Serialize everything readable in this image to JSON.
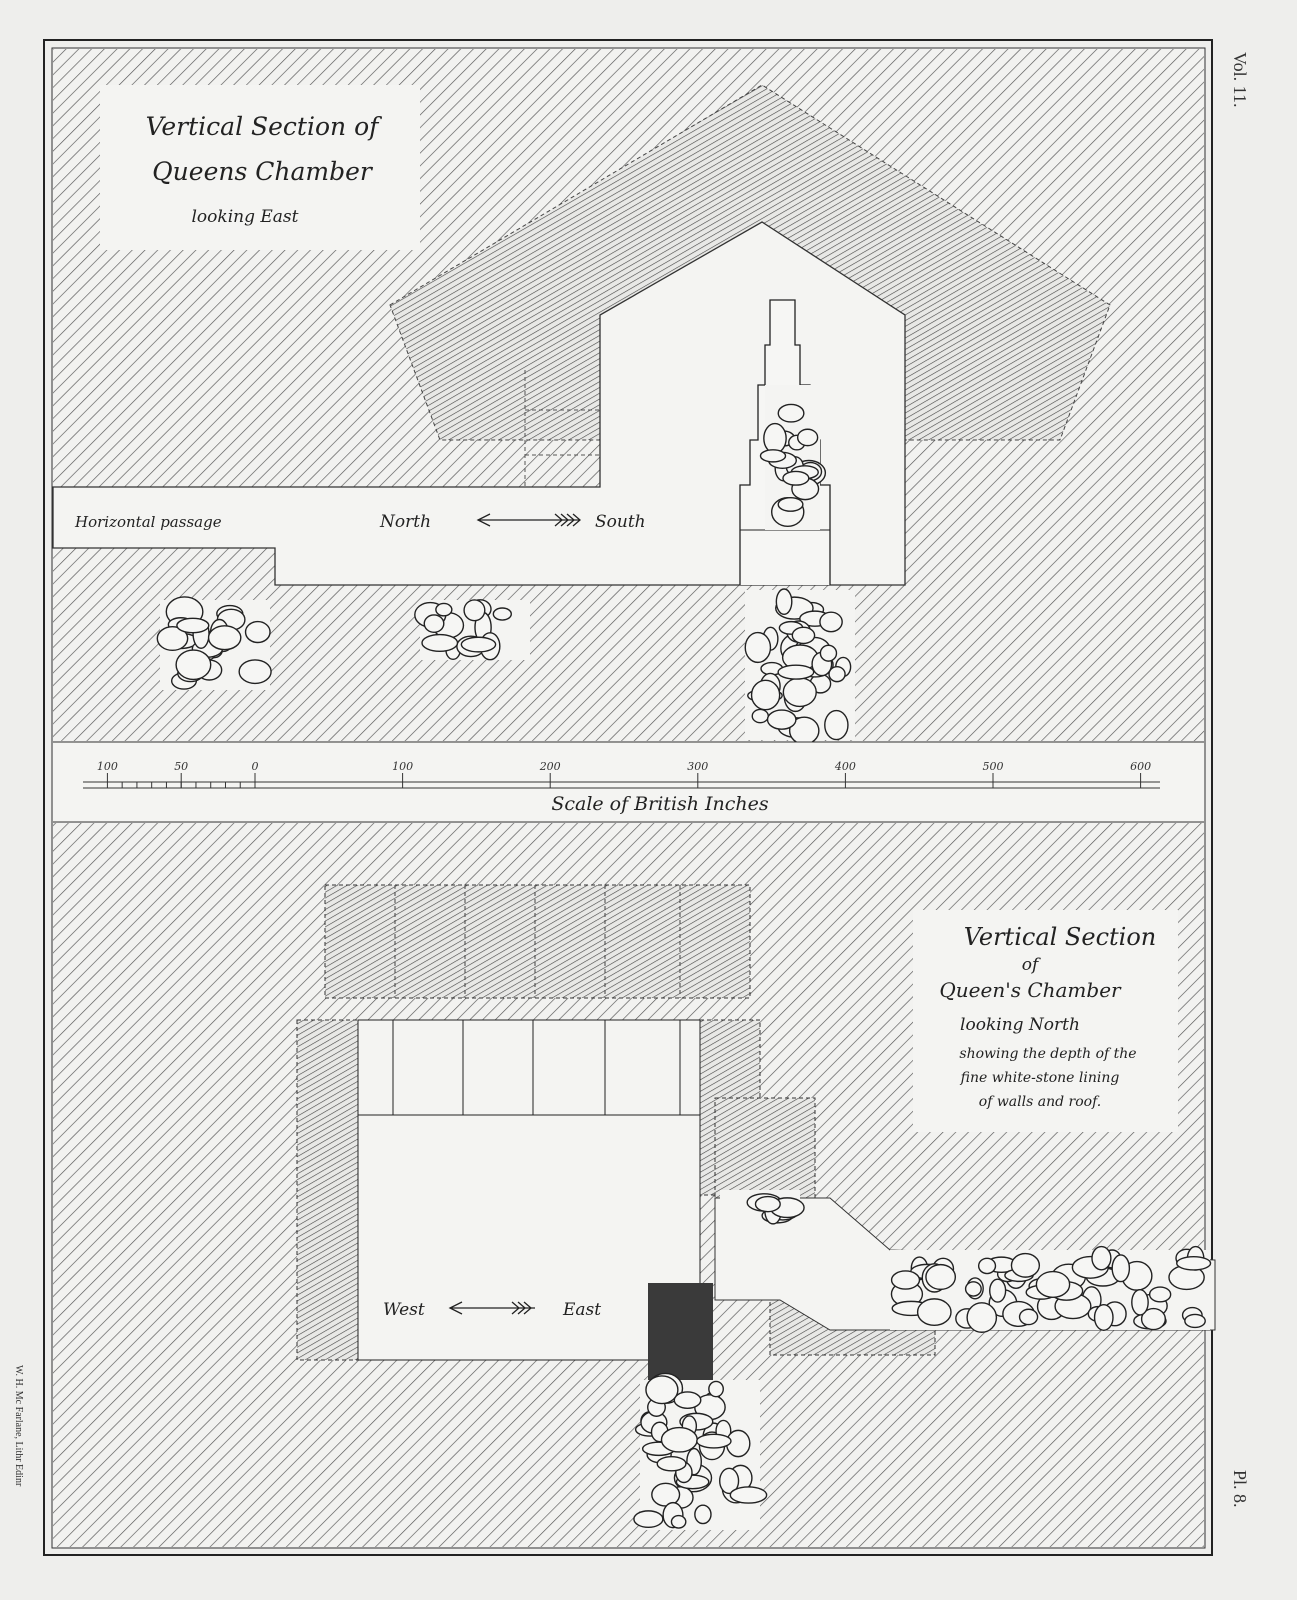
{
  "plate": {
    "volume": "Vol. 11.",
    "plate_no": "Pl. 8.",
    "lithographer": "W. H. Mc Farlane, Lithr Edinr"
  },
  "top_section": {
    "title_line1": "Vertical Section of",
    "title_line2": "Queens Chamber",
    "title_line3": "looking East",
    "passage_label": "Horizontal passage",
    "direction_left": "North",
    "direction_right": "South"
  },
  "scale": {
    "title": "Scale of British Inches",
    "ticks": [
      "100",
      "50",
      "0",
      "100",
      "200",
      "300",
      "400",
      "500",
      "600"
    ]
  },
  "bottom_section": {
    "title_line1": "Vertical Section",
    "title_line2": "of",
    "title_line3": "Queen's Chamber",
    "title_line4": "looking North",
    "note_line1": "showing the depth of the",
    "note_line2": "fine white-stone lining",
    "note_line3": "of walls and roof.",
    "direction_left": "West",
    "direction_right": "East"
  }
}
